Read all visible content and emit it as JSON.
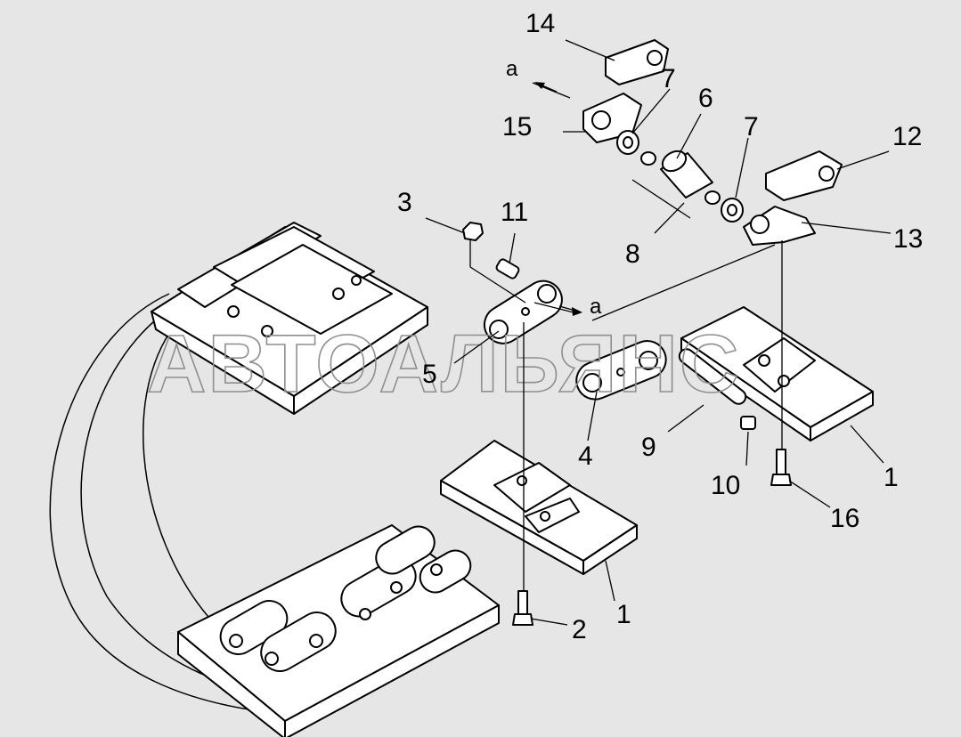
{
  "watermark": "АВТОАЛЬЯНС",
  "callouts": {
    "c1a": "1",
    "c1b": "1",
    "c2": "2",
    "c3": "3",
    "c4": "4",
    "c5": "5",
    "c6": "6",
    "c7a": "7",
    "c7b": "7",
    "c8": "8",
    "c9": "9",
    "c10": "10",
    "c11": "11",
    "c12": "12",
    "c13": "13",
    "c14": "14",
    "c15": "15",
    "c16": "16"
  },
  "arrows": {
    "a_top": "a",
    "a_mid": "a"
  }
}
